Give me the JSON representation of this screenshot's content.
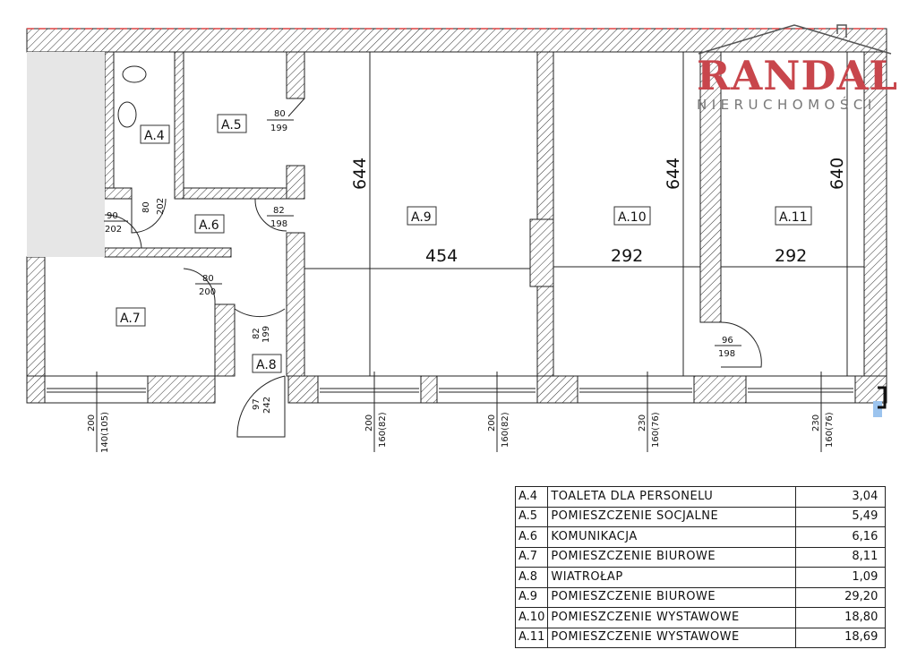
{
  "logo": {
    "brand": "RANDAL",
    "subtitle": "NIERUCHOMOŚCI"
  },
  "rooms": {
    "a4": "A.4",
    "a5": "A.5",
    "a6": "A.6",
    "a7": "A.7",
    "a8": "A.8",
    "a9": "A.9",
    "a10": "A.10",
    "a11": "A.11"
  },
  "dimensions": {
    "a9_width": "454",
    "a10_width": "292",
    "a11_width": "292",
    "a9_depth": "644",
    "a10_depth": "644",
    "a11_depth": "640"
  },
  "doors": [
    {
      "w": "80",
      "h": "199"
    },
    {
      "w": "80",
      "h": "202"
    },
    {
      "w": "90",
      "h": "202"
    },
    {
      "w": "82",
      "h": "198"
    },
    {
      "w": "80",
      "h": "200"
    },
    {
      "w": "82",
      "h": "199"
    },
    {
      "w": "97",
      "h": "242"
    },
    {
      "w": "96",
      "h": "198"
    }
  ],
  "windows": [
    {
      "w": "200",
      "h": "140(105)"
    },
    {
      "w": "200",
      "h": "160(82)"
    },
    {
      "w": "200",
      "h": "160(82)"
    },
    {
      "w": "230",
      "h": "160(76)"
    },
    {
      "w": "230",
      "h": "160(76)"
    }
  ],
  "room_table": [
    {
      "id": "A.4",
      "name": "TOALETA DLA PERSONELU",
      "area": "3,04"
    },
    {
      "id": "A.5",
      "name": "POMIESZCZENIE SOCJALNE",
      "area": "5,49"
    },
    {
      "id": "A.6",
      "name": "KOMUNIKACJA",
      "area": "6,16"
    },
    {
      "id": "A.7",
      "name": "POMIESZCZENIE BIUROWE",
      "area": "8,11"
    },
    {
      "id": "A.8",
      "name": "WIATROŁAP",
      "area": "1,09"
    },
    {
      "id": "A.9",
      "name": "POMIESZCZENIE BIUROWE",
      "area": "29,20"
    },
    {
      "id": "A.10",
      "name": "POMIESZCZENIE WYSTAWOWE",
      "area": "18,80"
    },
    {
      "id": "A.11",
      "name": "POMIESZCZENIE WYSTAWOWE",
      "area": "18,69"
    }
  ]
}
